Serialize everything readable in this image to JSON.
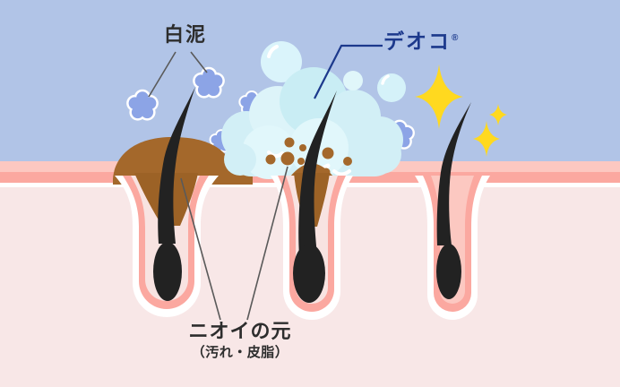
{
  "title": "skin cleansing diagram (DEOCO white clay)",
  "labels": {
    "white_clay": "白泥",
    "brand": "デオコ",
    "brand_mark": "®",
    "odor_line1": "ニオイの元",
    "odor_line2": "（汚れ・皮脂）"
  },
  "colors": {
    "background": "#b1c4e7",
    "skin_top": "#fcc8c1",
    "skin_salmon": "#fba8a0",
    "skin_white": "#ffffff",
    "skin_body": "#f8e7e7",
    "follicle_inner_right": "#fcc8c1",
    "follicle_inner": "#f8e3e1",
    "dirt_brown": "#a4682b",
    "dirt_deep": "#9c6226",
    "foam_base": "#d2eff6",
    "foam_accent": "#c9edf4",
    "foam_light": "#e1f7fb",
    "bubble": "#daf4fb",
    "clay_blue": "#8ca4e6",
    "sparkle_yellow": "#ffd91f",
    "hair_black": "#222222",
    "brand_navy": "#1c398c",
    "label_dark": "#2d2d2d",
    "pointer_gray": "#5a5a5a"
  }
}
